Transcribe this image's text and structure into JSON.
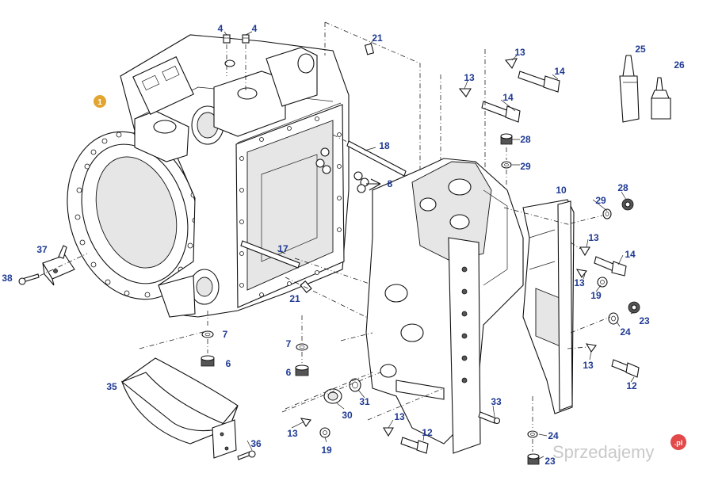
{
  "diagram": {
    "badge": "1",
    "labels": {
      "p4a": "4",
      "p4b": "4",
      "p21a": "21",
      "p21b": "21",
      "p13a": "13",
      "p14a": "14",
      "p13b": "13",
      "p14b": "14",
      "p25": "25",
      "p26": "26",
      "p18": "18",
      "p28a": "28",
      "p29a": "29",
      "p8": "8",
      "p10": "10",
      "p29b": "29",
      "p28b": "28",
      "p13c": "13",
      "p14c": "14",
      "p13d": "13",
      "p19a": "19",
      "p17": "17",
      "p37": "37",
      "p38": "38",
      "p7a": "7",
      "p6a": "6",
      "p7b": "7",
      "p6b": "6",
      "p23a": "23",
      "p24a": "24",
      "p13e": "13",
      "p12a": "12",
      "p35": "35",
      "p30": "30",
      "p31": "31",
      "p33": "33",
      "p13f": "13",
      "p12b": "12",
      "p13g": "13",
      "p19b": "19",
      "p36": "36",
      "p24b": "24",
      "p23b": "23"
    },
    "colors": {
      "label": "#1f3a93",
      "badge": "#e3a530",
      "watermark_dot": "#e24a4a"
    }
  },
  "watermark": {
    "text": "Sprzedajemy",
    "suffix": ".pl"
  }
}
